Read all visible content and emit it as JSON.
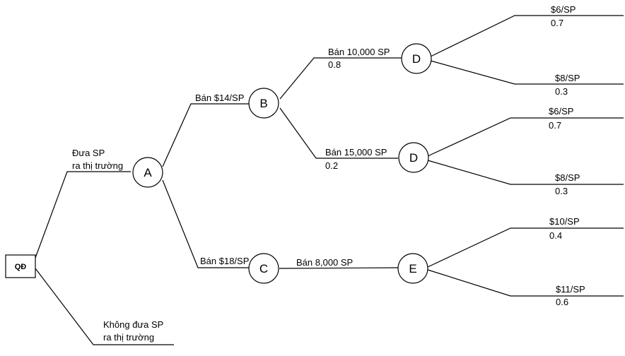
{
  "root": {
    "label": "QĐ"
  },
  "nodes": {
    "A": {
      "label": "A"
    },
    "B": {
      "label": "B"
    },
    "C": {
      "label": "C"
    },
    "D1": {
      "label": "D"
    },
    "D2": {
      "label": "D"
    },
    "E": {
      "label": "E"
    }
  },
  "branches": {
    "launch": {
      "line1": "Đưa SP",
      "line2": "ra thị trường"
    },
    "no_launch": {
      "line1": "Không đưa SP",
      "line2": "ra thị trường"
    },
    "price14": {
      "label": "Bán $14/SP"
    },
    "price18": {
      "label": "Bán $18/SP"
    },
    "sell10k": {
      "label": "Bán 10,000 SP",
      "prob": "0.8"
    },
    "sell15k": {
      "label": "Bán 15,000 SP",
      "prob": "0.2"
    },
    "sell8k": {
      "label": "Bán 8,000 SP"
    }
  },
  "outcomes": {
    "d1_cost6": {
      "label": "$6/SP",
      "prob": "0.7"
    },
    "d1_cost8": {
      "label": "$8/SP",
      "prob": "0.3"
    },
    "d2_cost6": {
      "label": "$6/SP",
      "prob": "0.7"
    },
    "d2_cost8": {
      "label": "$8/SP",
      "prob": "0.3"
    },
    "e_cost10": {
      "label": "$10/SP",
      "prob": "0.4"
    },
    "e_cost11": {
      "label": "$11/SP",
      "prob": "0.6"
    }
  }
}
